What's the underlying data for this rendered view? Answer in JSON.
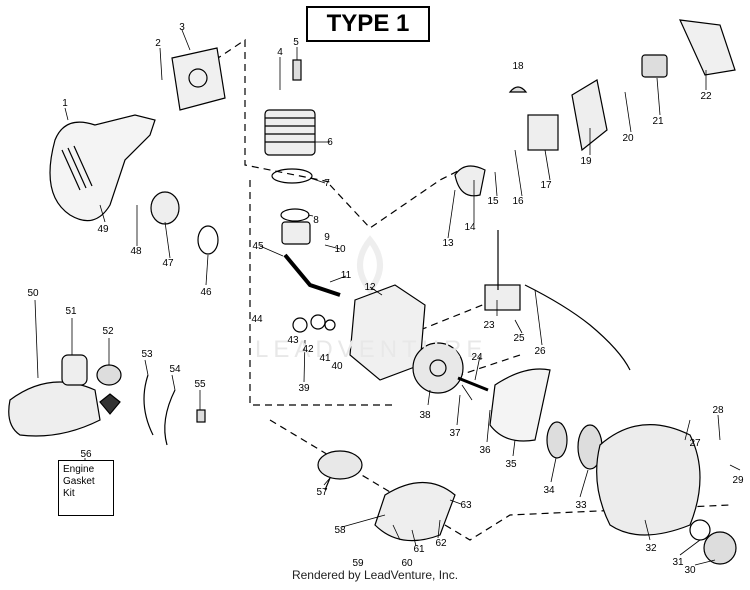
{
  "header": {
    "title": "TYPE 1"
  },
  "note_box": {
    "text": "Engine\nGasket\nKit"
  },
  "watermark": {
    "text": "LEADVENTURE"
  },
  "footer": {
    "text": "Rendered by LeadVenture, Inc."
  },
  "callouts": [
    "1",
    "2",
    "3",
    "4",
    "5",
    "6",
    "7",
    "8",
    "9",
    "10",
    "11",
    "12",
    "13",
    "14",
    "15",
    "16",
    "17",
    "18",
    "19",
    "20",
    "21",
    "22",
    "23",
    "24",
    "25",
    "26",
    "27",
    "28",
    "29",
    "30",
    "31",
    "32",
    "33",
    "34",
    "35",
    "36",
    "37",
    "38",
    "39",
    "40",
    "41",
    "42",
    "43",
    "44",
    "45",
    "46",
    "47",
    "48",
    "49",
    "50",
    "51",
    "52",
    "53",
    "54",
    "55",
    "56",
    "57",
    "58",
    "59",
    "60",
    "61",
    "62",
    "63"
  ]
}
